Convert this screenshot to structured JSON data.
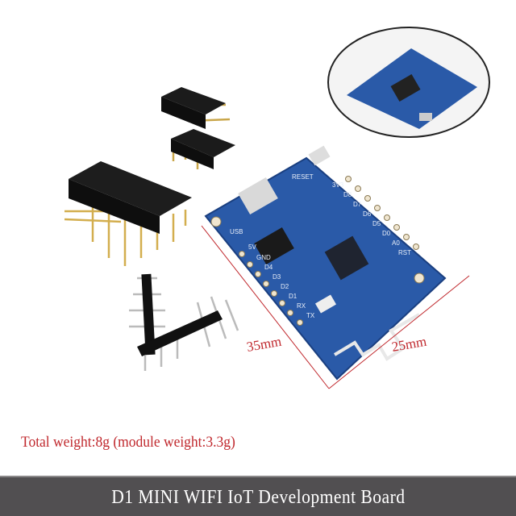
{
  "product": {
    "title": "D1 MINI WIFI IoT Development Board",
    "weight_note": "Total weight:8g (module weight:3.3g)",
    "dimensions": {
      "length": "35mm",
      "width": "25mm"
    },
    "board_labels": {
      "left_pins": [
        "5V",
        "GND",
        "D4",
        "D3",
        "D2",
        "D1",
        "RX",
        "TX"
      ],
      "right_pins": [
        "3V3",
        "D8",
        "D7",
        "D6",
        "D5",
        "D0",
        "A0",
        "RST"
      ],
      "usb": "USB",
      "reset": "RESET"
    }
  },
  "colors": {
    "board": "#2a5aa8",
    "accent_text": "#c0282d",
    "banner": "#514f51"
  }
}
